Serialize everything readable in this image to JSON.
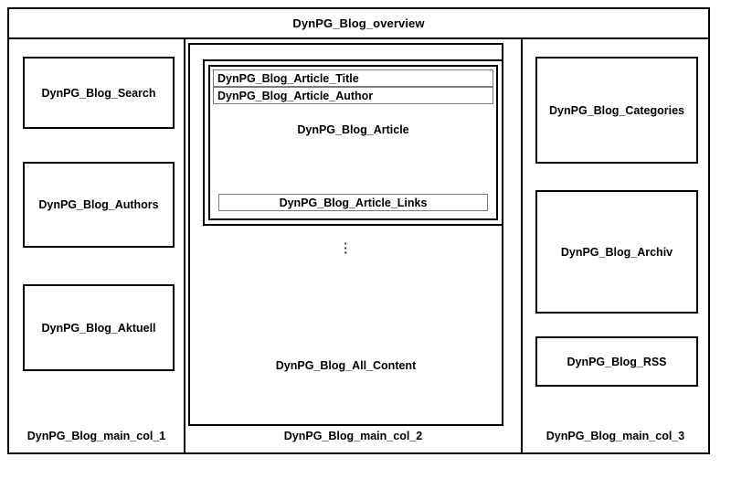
{
  "header": {
    "title": "DynPG_Blog_overview"
  },
  "columns": [
    {
      "caption": "DynPG_Blog_main_col_1",
      "boxes": [
        {
          "label": "DynPG_Blog_Search"
        },
        {
          "label": "DynPG_Blog_Authors"
        },
        {
          "label": "DynPG_Blog_Aktuell"
        }
      ]
    },
    {
      "caption": "DynPG_Blog_main_col_2",
      "all_content_label": "DynPG_Blog_All_Content",
      "article": {
        "title": "DynPG_Blog_Article_Title",
        "author": "DynPG_Blog_Article_Author",
        "body_label": "DynPG_Blog_Article",
        "links": "DynPG_Blog_Article_Links"
      },
      "repeat_indicator": "vertical-ellipsis"
    },
    {
      "caption": "DynPG_Blog_main_col_3",
      "boxes": [
        {
          "label": "DynPG_Blog_Categories"
        },
        {
          "label": "DynPG_Blog_Archiv"
        },
        {
          "label": "DynPG_Blog_RSS"
        }
      ]
    }
  ],
  "colors": {
    "stroke": "#000000",
    "inner_stroke": "#7a7a7a",
    "background": "#ffffff",
    "text": "#000000"
  }
}
